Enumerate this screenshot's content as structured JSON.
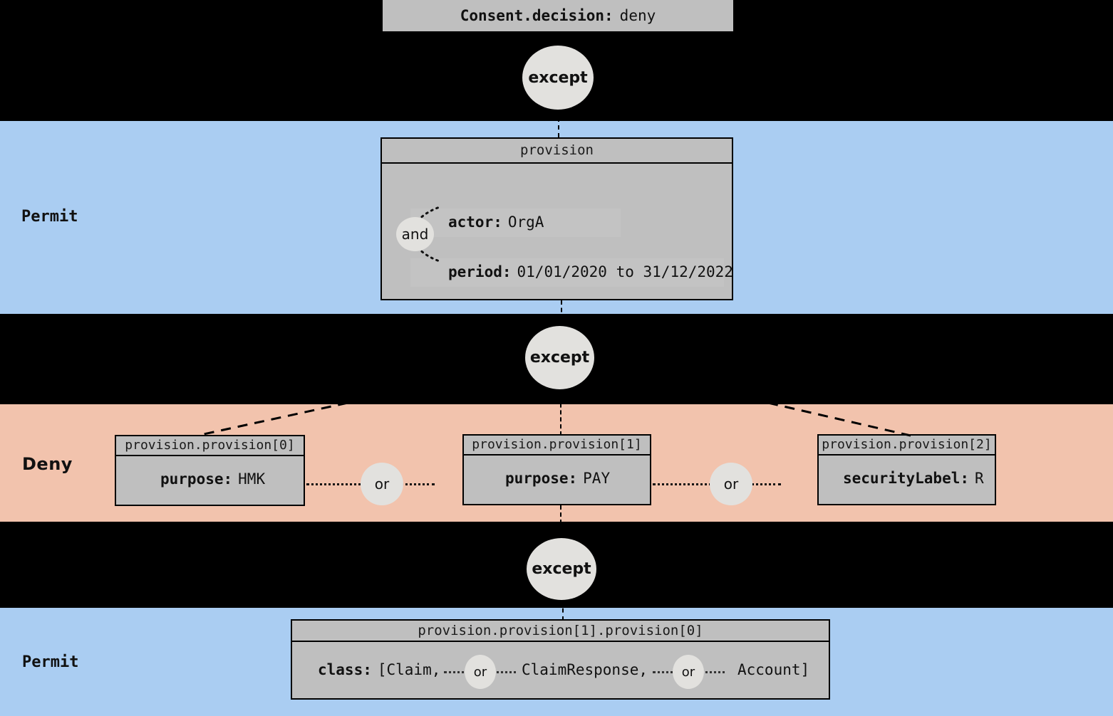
{
  "diagram": {
    "title_box": {
      "key": "Consent.decision:",
      "value": "deny"
    },
    "bands": [
      {
        "label": "Permit",
        "color": "#aacdf2"
      },
      {
        "label": "Deny",
        "color": "#f2c3ad"
      },
      {
        "label": "Permit",
        "color": "#aacdf2"
      }
    ],
    "operators": {
      "except": "except",
      "and": "and",
      "or": "or"
    },
    "provision_root": {
      "title": "provision",
      "rows": [
        {
          "key": "actor:",
          "value": "OrgA"
        },
        {
          "key": "period:",
          "value": "01/01/2020 to 31/12/2022"
        }
      ],
      "join": "and"
    },
    "deny_nodes": [
      {
        "title": "provision.provision[0]",
        "rows": [
          {
            "key": "purpose:",
            "value": "HMK"
          }
        ]
      },
      {
        "title": "provision.provision[1]",
        "rows": [
          {
            "key": "purpose:",
            "value": "PAY"
          }
        ]
      },
      {
        "title": "provision.provision[2]",
        "rows": [
          {
            "key": "securityLabel:",
            "value": "R"
          }
        ]
      }
    ],
    "deny_joins": [
      "or",
      "or"
    ],
    "permit_leaf": {
      "title": "provision.provision[1].provision[0]",
      "class_key": "class:",
      "class_open": "[Claim,",
      "class_mid": "ClaimResponse,",
      "class_close": "Account]",
      "joins": [
        "or",
        "or"
      ]
    }
  },
  "colors": {
    "band_permit": "#aacdf2",
    "band_deny": "#f2c3ad",
    "node_fill": "#bfbfbf",
    "bubble_fill": "#e2e1de",
    "stroke": "#000000",
    "background": "#000000"
  }
}
